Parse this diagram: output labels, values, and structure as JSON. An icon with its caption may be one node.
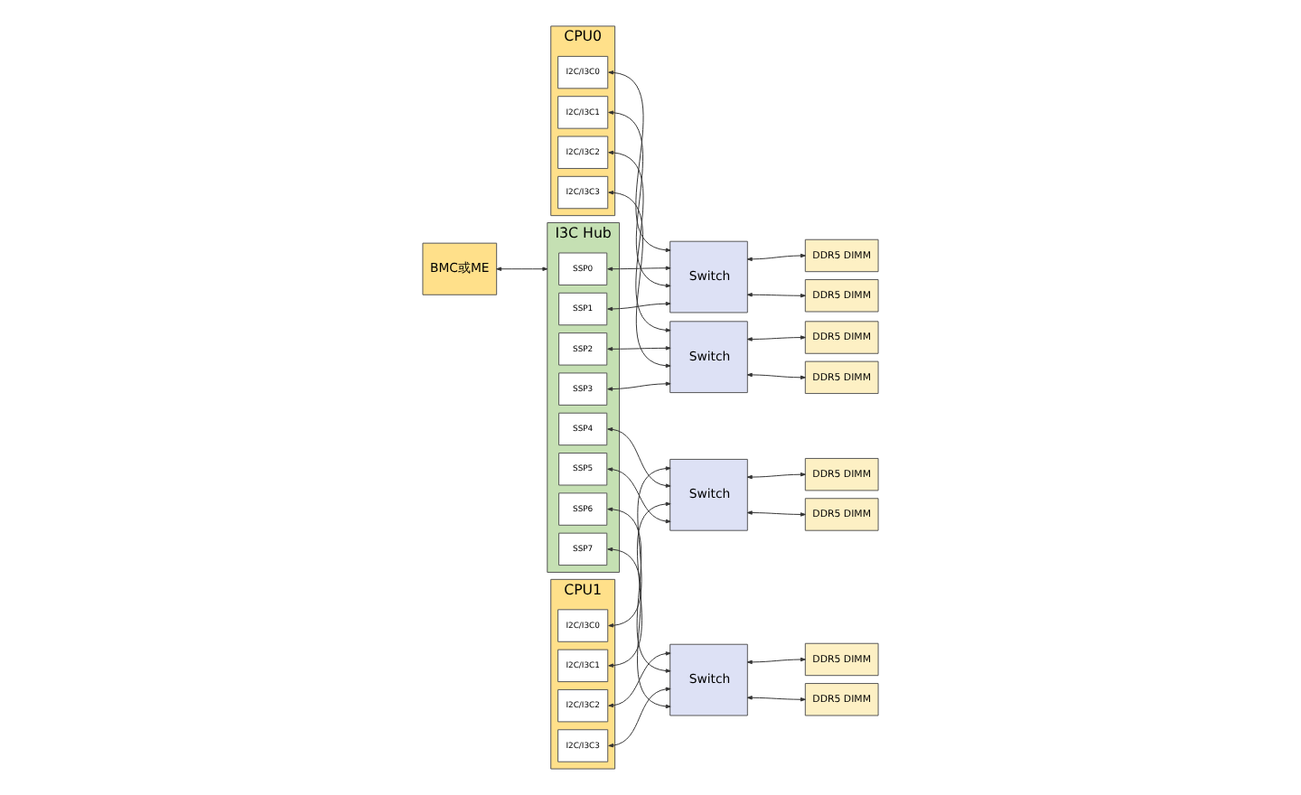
{
  "diagram": {
    "nodes": [
      {
        "text": [
          "CPU0"
        ]
      },
      {
        "text": [
          "I2C/I3C0"
        ],
        "in": 0
      },
      {
        "text": [
          "I2C/I3C1"
        ],
        "in": 0
      },
      {
        "text": [
          "I2C/I3C2"
        ],
        "in": 0
      },
      {
        "text": [
          "I2C/I3C3"
        ],
        "in": 0
      },
      {
        "text": [
          "Switch"
        ]
      },
      {
        "text": [
          "DDR5 DIMM"
        ]
      },
      {
        "text": [
          "DDR5 DIMM"
        ]
      },
      {
        "text": [
          "Switch"
        ]
      },
      {
        "text": [
          "DDR5 DIMM"
        ]
      },
      {
        "text": [
          "DDR5 DIMM"
        ]
      },
      {
        "text": [
          "I3C Hub"
        ]
      },
      {
        "text": [
          "SSP0"
        ],
        "in": 11
      },
      {
        "text": [
          "SSP1"
        ],
        "in": 11
      },
      {
        "text": [
          "SSP2"
        ],
        "in": 11
      },
      {
        "text": [
          "SSP3"
        ],
        "in": 11
      },
      {
        "text": [
          "SSP4"
        ],
        "in": 11
      },
      {
        "text": [
          "SSP5"
        ],
        "in": 11
      },
      {
        "text": [
          "SSP6"
        ],
        "in": 11
      },
      {
        "text": [
          "SSP7"
        ],
        "in": 11
      },
      {
        "text": [
          "BMC或ME"
        ]
      },
      {
        "text": [
          "CPU1"
        ]
      },
      {
        "text": [
          "I2C/I3C0"
        ],
        "in": 21
      },
      {
        "text": [
          "I2C/I3C1"
        ],
        "in": 21
      },
      {
        "text": [
          "I2C/I3C2"
        ],
        "in": 21
      },
      {
        "text": [
          "I2C/I3C3"
        ],
        "in": 21
      },
      {
        "text": [
          "Switch"
        ]
      },
      {
        "text": [
          "DDR5 DIMM"
        ]
      },
      {
        "text": [
          "DDR5 DIMM"
        ]
      },
      {
        "text": [
          "Switch"
        ]
      },
      {
        "text": [
          "DDR5 DIMM"
        ]
      },
      {
        "text": [
          "DDR5 DIMM"
        ]
      }
    ],
    "edges": [
      {
        "from": 1,
        "to": 5,
        "arrow": "both"
      },
      {
        "from": 12,
        "to": 5,
        "arrow": "both"
      },
      {
        "from": 2,
        "to": 5,
        "arrow": "both"
      },
      {
        "from": 13,
        "to": 5,
        "arrow": "both"
      },
      {
        "from": 3,
        "to": 8,
        "arrow": "both"
      },
      {
        "from": 14,
        "to": 8,
        "arrow": "both"
      },
      {
        "from": 4,
        "to": 8,
        "arrow": "both"
      },
      {
        "from": 15,
        "to": 8,
        "arrow": "both"
      },
      {
        "from": 5,
        "to": 6,
        "arrow": "both"
      },
      {
        "from": 5,
        "to": 7,
        "arrow": "both"
      },
      {
        "from": 8,
        "to": 9,
        "arrow": "both"
      },
      {
        "from": 8,
        "to": 10,
        "arrow": "both"
      },
      {
        "from": 20,
        "to": 11,
        "arrow": "both"
      },
      {
        "from": 22,
        "to": 26,
        "arrow": "both"
      },
      {
        "from": 16,
        "to": 26,
        "arrow": "both"
      },
      {
        "from": 23,
        "to": 26,
        "arrow": "both"
      },
      {
        "from": 17,
        "to": 26,
        "arrow": "both"
      },
      {
        "from": 24,
        "to": 29,
        "arrow": "both"
      },
      {
        "from": 18,
        "to": 29,
        "arrow": "both"
      },
      {
        "from": 25,
        "to": 29,
        "arrow": "both"
      },
      {
        "from": 19,
        "to": 29,
        "arrow": "both"
      },
      {
        "from": 26,
        "to": 27,
        "arrow": "both"
      },
      {
        "from": 26,
        "to": 28,
        "arrow": "both"
      },
      {
        "from": 29,
        "to": 30,
        "arrow": "both"
      },
      {
        "from": 29,
        "to": 31,
        "arrow": "both"
      }
    ]
  }
}
